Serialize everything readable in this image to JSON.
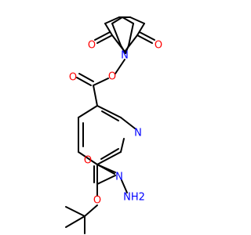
{
  "molecule": {
    "colors": {
      "carbon_bonds": "#000000",
      "oxygen": "#ff0000",
      "nitrogen": "#0000ff"
    },
    "labels": {
      "o_succ_top_left": "O",
      "o_succ_top_right": "O",
      "n_succinimide": "N",
      "o_ester_link": "O",
      "o_ester_carbonyl": "O",
      "n_pyridine": "N",
      "n_hydrazine": "N",
      "nh2_hydrazine": "NH2",
      "o_boc_carbonyl": "O",
      "o_boc_ether": "O"
    }
  }
}
